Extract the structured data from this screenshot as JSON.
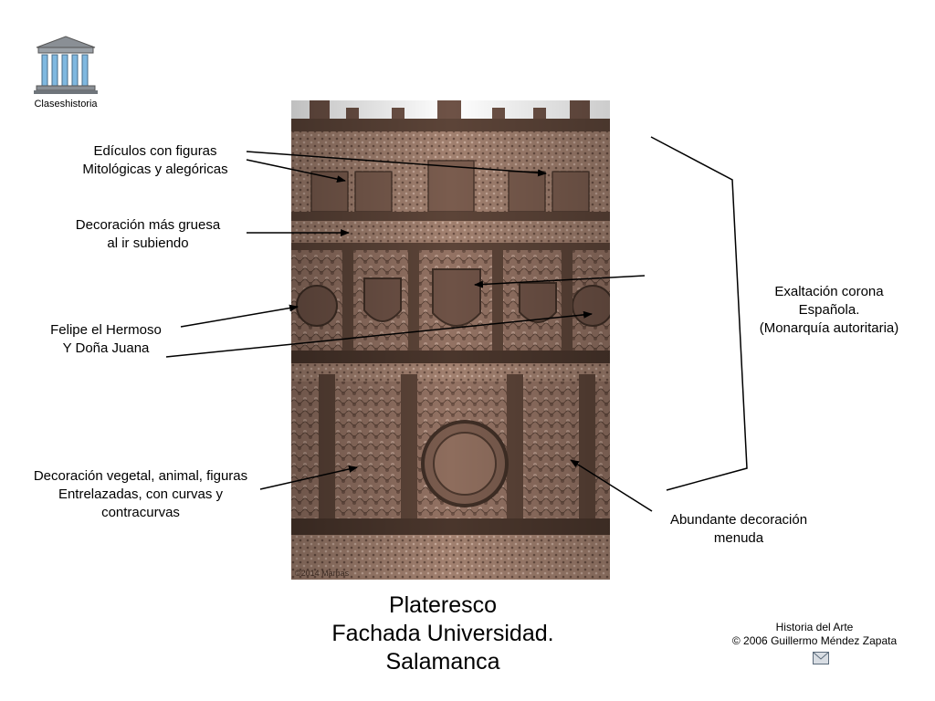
{
  "logo": {
    "label": "Claseshistoria",
    "icon": "greek-temple-icon"
  },
  "photo": {
    "watermark": "©2014 Marbas",
    "colors": {
      "stone": "#9a7a6a",
      "stone_dark": "#5c4438",
      "stone_light": "#c2a494"
    }
  },
  "annotations": {
    "ediculos": [
      "Edículos con figuras",
      "Mitológicas y alegóricas"
    ],
    "decoracion_gruesa": [
      "Decoración más gruesa",
      "al ir subiendo"
    ],
    "felipe": [
      "Felipe el Hermoso",
      "Y Doña Juana"
    ],
    "vegetal": [
      "Decoración vegetal, animal, figuras",
      "Entrelazadas, con curvas y",
      "contracurvas"
    ],
    "exaltacion": [
      "Exaltación corona",
      "Española.",
      "(Monarquía autoritaria)"
    ],
    "abundante": [
      "Abundante decoración",
      "menuda"
    ]
  },
  "title": [
    "Plateresco",
    "Fachada Universidad.",
    "Salamanca"
  ],
  "credit": [
    "Historia del Arte",
    "© 2006 Guillermo Méndez Zapata"
  ],
  "mail": {
    "icon": "envelope-icon"
  }
}
